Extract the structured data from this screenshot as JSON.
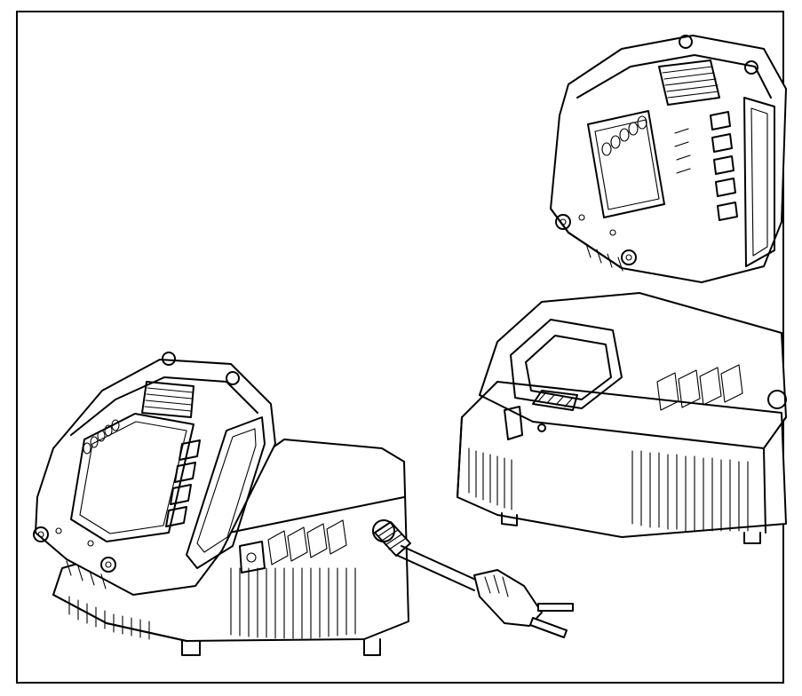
{
  "figure": {
    "content": "",
    "colors": {
      "line": "#000000",
      "background": "#ffffff"
    },
    "components": [
      {
        "id": "battery-lifted",
        "icon": "battery-pack-icon"
      },
      {
        "id": "charger-empty",
        "icon": "charger-icon"
      },
      {
        "id": "battery-docked",
        "icon": "battery-pack-icon"
      },
      {
        "id": "charger-with-battery",
        "icon": "charger-icon"
      },
      {
        "id": "power-cord",
        "icon": "power-cord-icon"
      },
      {
        "id": "power-plug",
        "icon": "plug-icon"
      }
    ]
  }
}
